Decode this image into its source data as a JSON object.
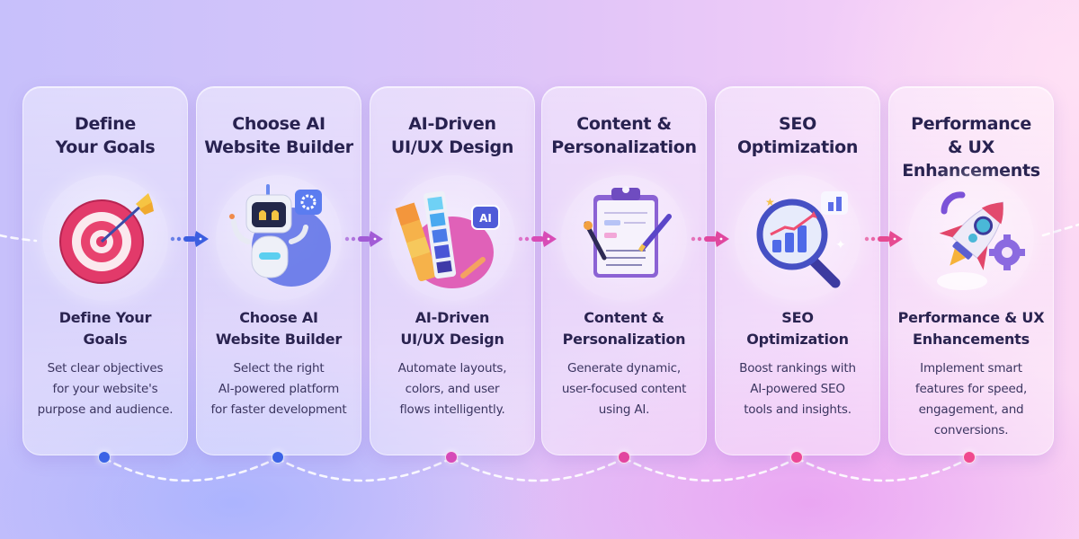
{
  "steps": [
    {
      "title": "Define\nYour Goals",
      "icon": "target-arrow-icon",
      "subtitle": "Define Your\nGoals",
      "description": "Set clear objectives\nfor your website's\npurpose and audience.",
      "dot_color": "#3b63e6"
    },
    {
      "title": "Choose AI\nWebsite Builder",
      "icon": "robot-gear-icon",
      "subtitle": "Choose AI\nWebsite Builder",
      "description": "Select the right\nAI-powered platform\nfor faster development",
      "dot_color": "#3b63e6"
    },
    {
      "title": "AI-Driven\nUI/UX Design",
      "icon": "color-palette-ai-icon",
      "subtitle": "AI-Driven\nUI/UX Design",
      "description": "Automate layouts,\ncolors, and user\nflows intelligently.",
      "dot_color": "#d64ab8"
    },
    {
      "title": "Content &\nPersonalization",
      "icon": "clipboard-pen-icon",
      "subtitle": "Content &\nPersonalization",
      "description": "Generate dynamic,\nuser-focused content\nusing AI.",
      "dot_color": "#e2459f"
    },
    {
      "title": "SEO\nOptimization",
      "icon": "magnifier-chart-icon",
      "subtitle": "SEO\nOptimization",
      "description": "Boost rankings with\nAI-powered SEO\ntools and insights.",
      "dot_color": "#ec4795"
    },
    {
      "title": "Performance\n& UX Enhancements",
      "icon": "rocket-gear-icon",
      "subtitle": "Performance & UX\nEnhancements",
      "description": "Implement smart\nfeatures for speed,\nengagement, and\nconversions.",
      "dot_color": "#f04a8e"
    }
  ],
  "connector_arrows": [
    {
      "color": "#3c5ee0"
    },
    {
      "color": "#a25bd6"
    },
    {
      "color": "#d84cb6"
    },
    {
      "color": "#e0479f"
    },
    {
      "color": "#e64a92"
    }
  ]
}
